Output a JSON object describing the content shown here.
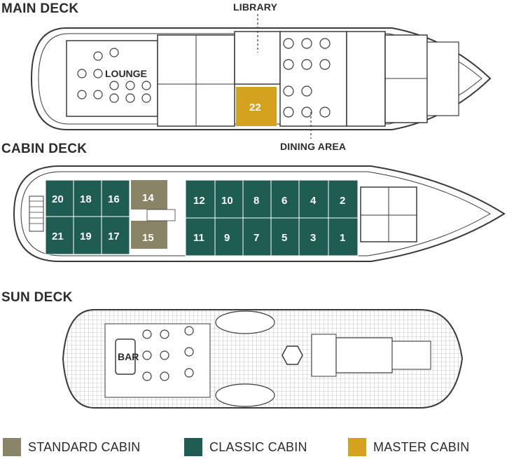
{
  "decks": {
    "main": {
      "title": "MAIN DECK",
      "lounge": "LOUNGE",
      "library": "LIBRARY",
      "dining": "DINING AREA"
    },
    "cabin": {
      "title": "CABIN DECK"
    },
    "sun": {
      "title": "SUN DECK",
      "bar": "BAR"
    }
  },
  "cabins": {
    "master": [
      "22"
    ],
    "standard": [
      "14",
      "15"
    ],
    "classic_top": [
      "20",
      "18",
      "16",
      "12",
      "10",
      "8",
      "6",
      "4",
      "2"
    ],
    "classic_bottom": [
      "21",
      "19",
      "17",
      "11",
      "9",
      "7",
      "5",
      "3",
      "1"
    ]
  },
  "legend": [
    {
      "label": "STANDARD CABIN",
      "color": "#8a8466"
    },
    {
      "label": "CLASSIC CABIN",
      "color": "#1f5c52"
    },
    {
      "label": "MASTER CABIN",
      "color": "#d4a21f"
    }
  ],
  "colors": {
    "outline": "#3a3a3a",
    "standard": "#8a8466",
    "classic": "#1f5c52",
    "master": "#d4a21f"
  }
}
